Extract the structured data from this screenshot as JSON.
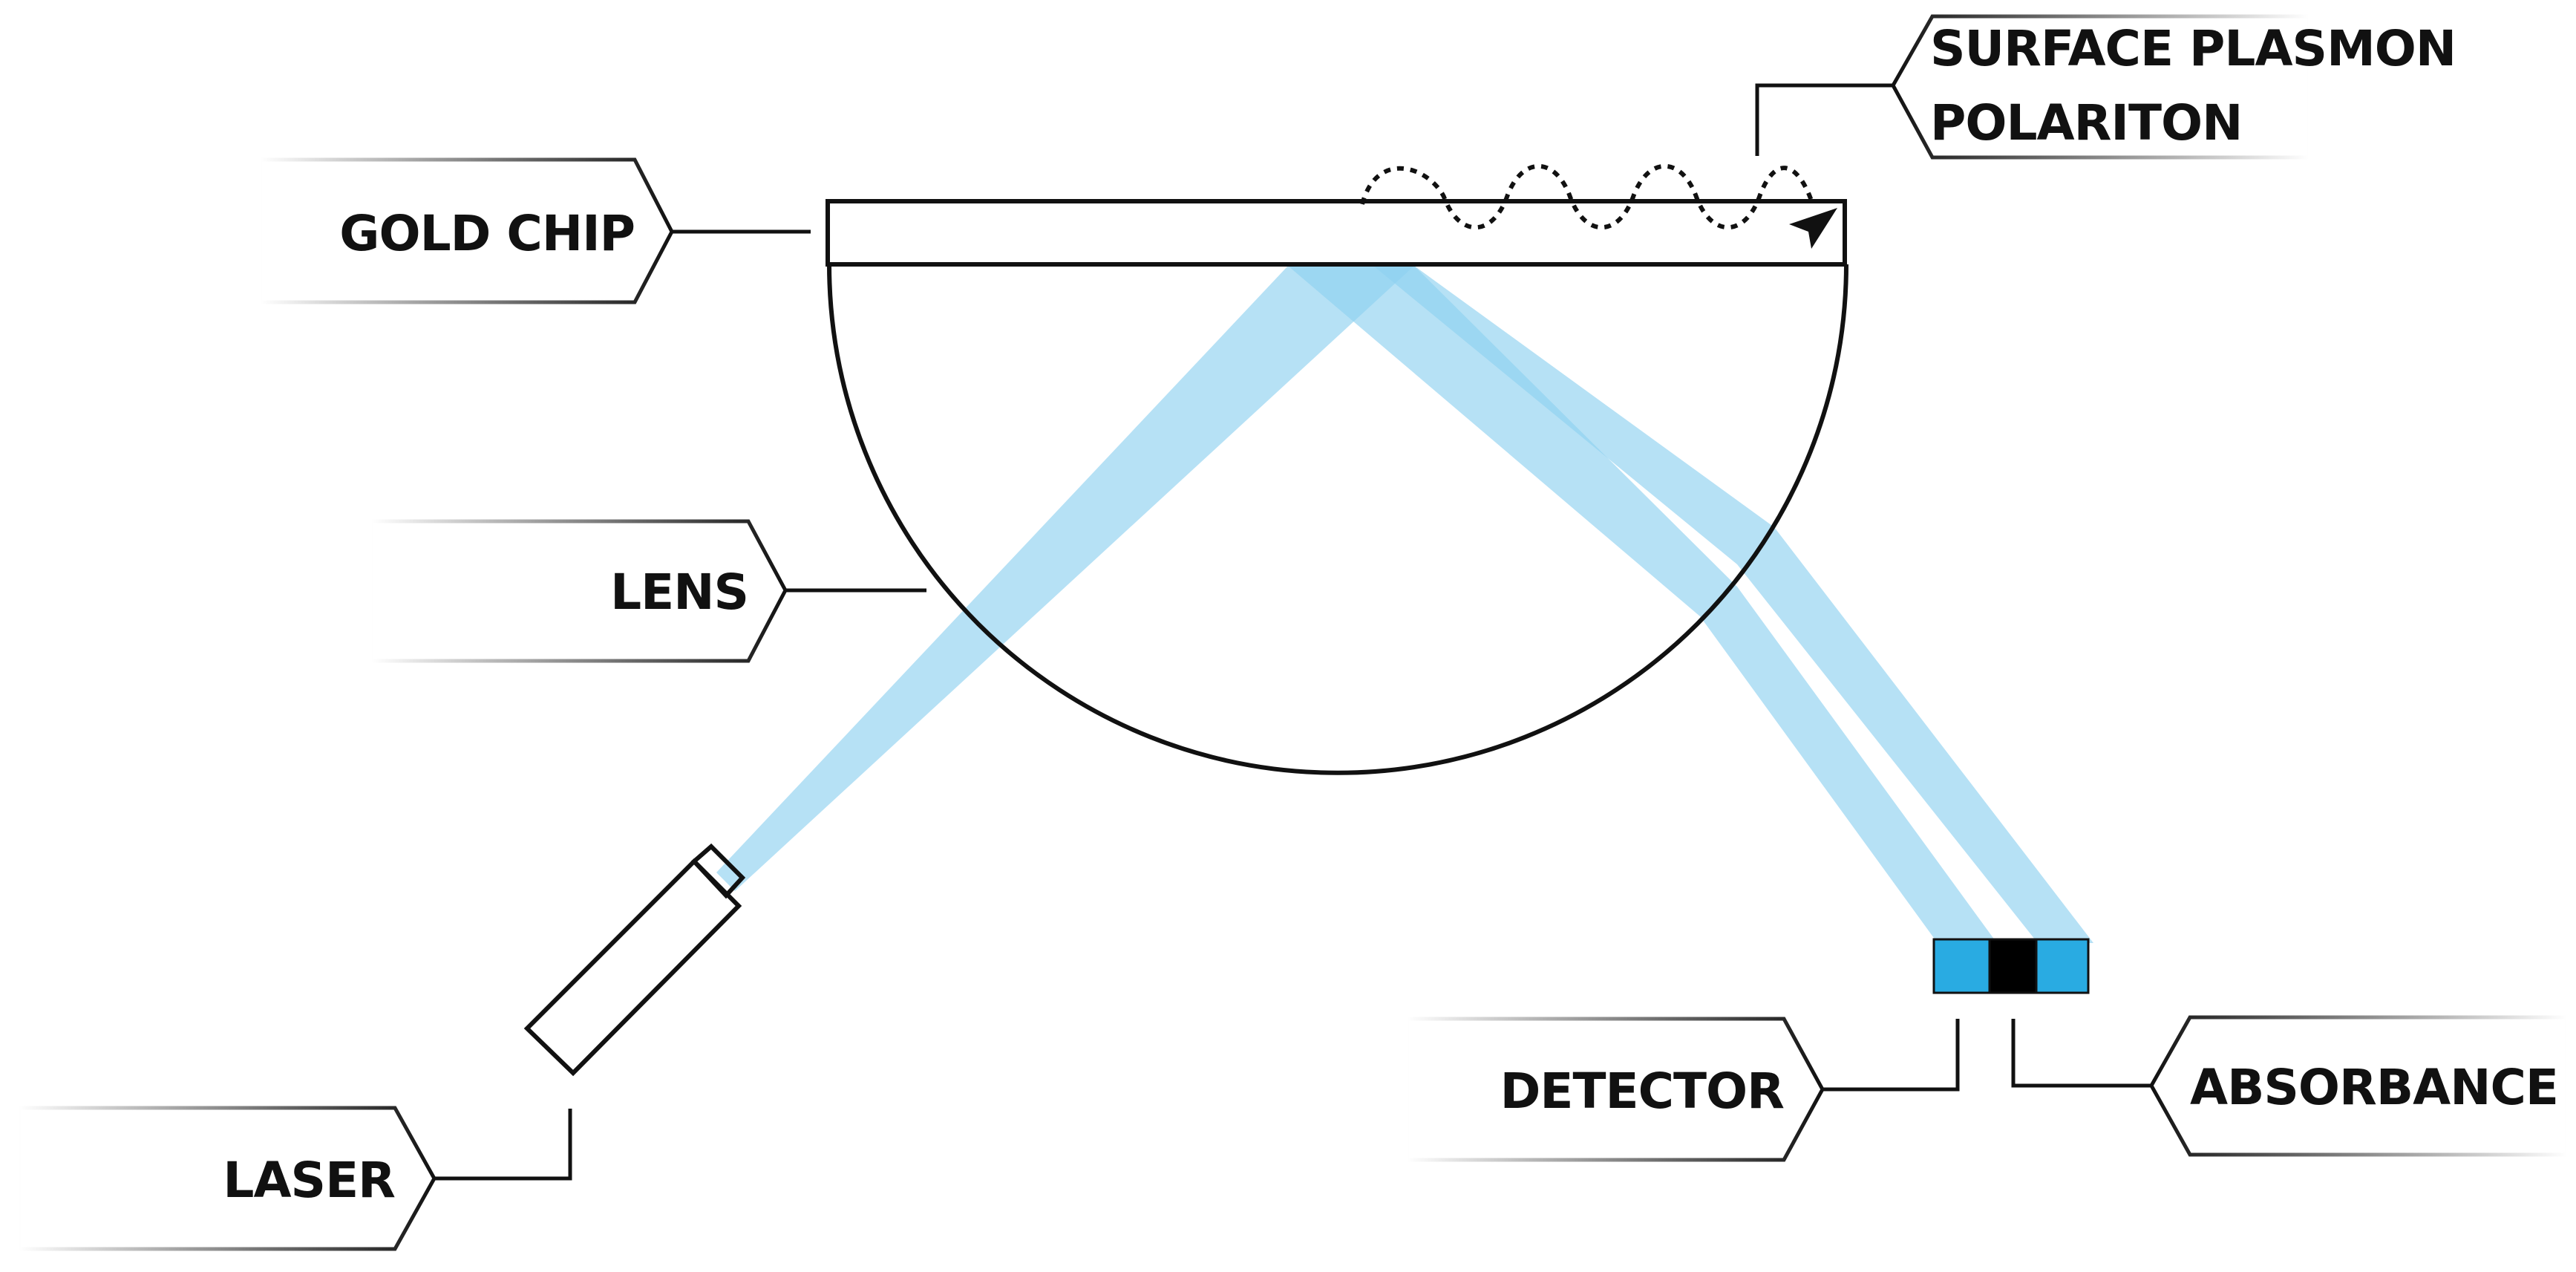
{
  "labels": {
    "gold_chip": "GOLD CHIP",
    "lens": "LENS",
    "laser": "LASER",
    "detector": "DETECTOR",
    "absorbance": "ABSORBANCE",
    "spp_line1": "SURFACE PLASMON",
    "spp_line2": "POLARITON"
  },
  "colors": {
    "beam": "#8fd1ef",
    "detector_cell": "#29abe2",
    "absorbance_cell": "#000000",
    "outline": "#111111"
  }
}
